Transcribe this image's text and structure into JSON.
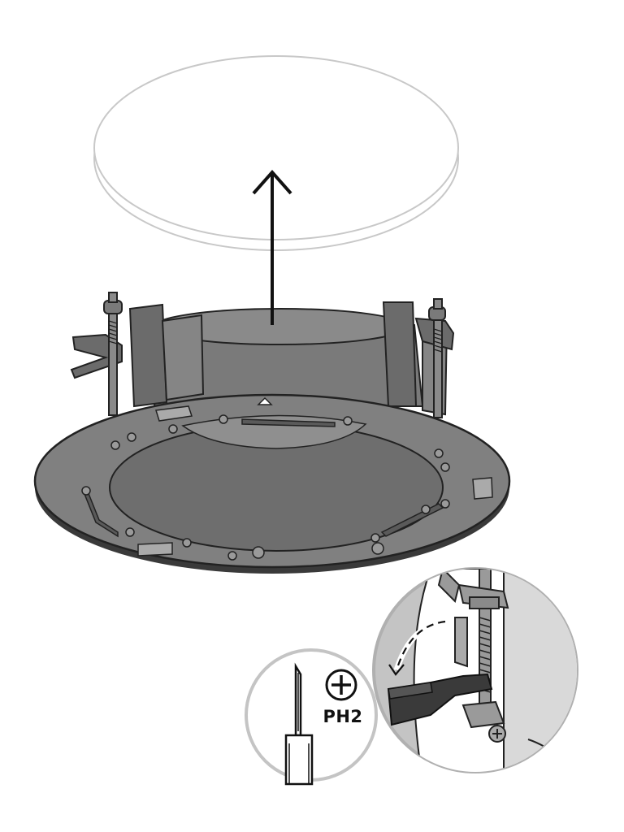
{
  "figure": {
    "tool": {
      "label": "PH2",
      "icon": "phillips-screwdriver-icon",
      "head_icon": "phillips-head-icon"
    },
    "step": {
      "action": "lift-grille-off",
      "detail": "rotate-clamp-down"
    },
    "colors": {
      "line": "#222222",
      "body_dark": "#6b6b6b",
      "body_mid": "#808080",
      "body_light": "#9a9a9a",
      "grille_edge": "#c8c8c8",
      "callout_bg": "#c4c4c4",
      "callout_border": "#b0b0b0",
      "clamp": "#3a3a3a"
    }
  }
}
